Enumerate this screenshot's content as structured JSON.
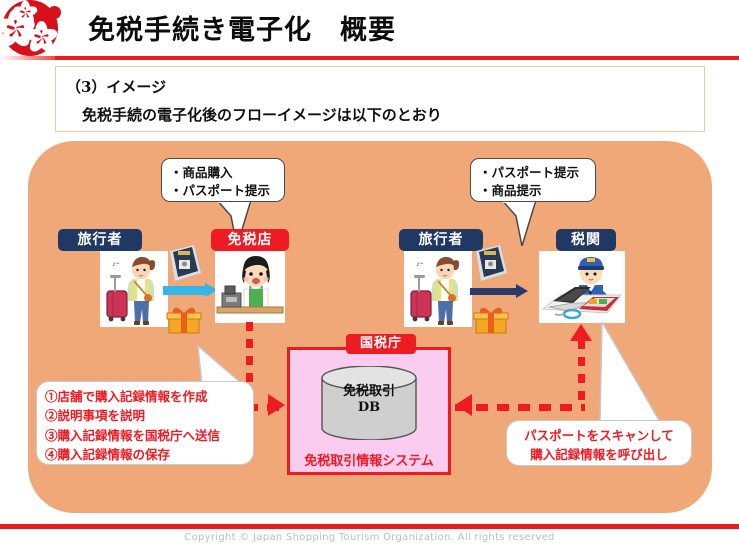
{
  "header": {
    "title": "免税手続き電子化　概要",
    "logo_icon": "sakura-blossom-logo"
  },
  "subtitle": {
    "line1": "（3）イメージ",
    "line2": "免税手続の電子化後のフローイメージは以下のとおり"
  },
  "bubbles": {
    "left": [
      "・商品購入",
      "・パスポート提示"
    ],
    "right": [
      "・パスポート提示",
      "・商品提示"
    ]
  },
  "actors": {
    "traveler1": "旅行者",
    "shop": "免税店",
    "traveler2": "旅行者",
    "customs": "税関"
  },
  "nta": {
    "badge": "国税庁",
    "db_line1": "免税取引",
    "db_line2": "DB",
    "system": "免税取引情報システム"
  },
  "callouts": {
    "left": [
      "①店舗で購入記録情報を作成",
      "②説明事項を説明",
      "③購入記録情報を国税庁へ送信",
      "④購入記録情報の保存"
    ],
    "right": [
      "パスポートをスキャンして",
      "購入記録情報を呼び出し"
    ]
  },
  "footer": {
    "copyright": "Copyright © Japan Shopping Tourism Organization. All rights reserved"
  },
  "colors": {
    "brand_red": "#ea1c1c",
    "panel_peach": "#f0a878",
    "badge_navy": "#1f3864",
    "badge_red": "#ee1b22",
    "nta_pink": "#f9ccf0",
    "arrow_cyan": "#36b6e8",
    "arrow_navy": "#2b3a66"
  }
}
